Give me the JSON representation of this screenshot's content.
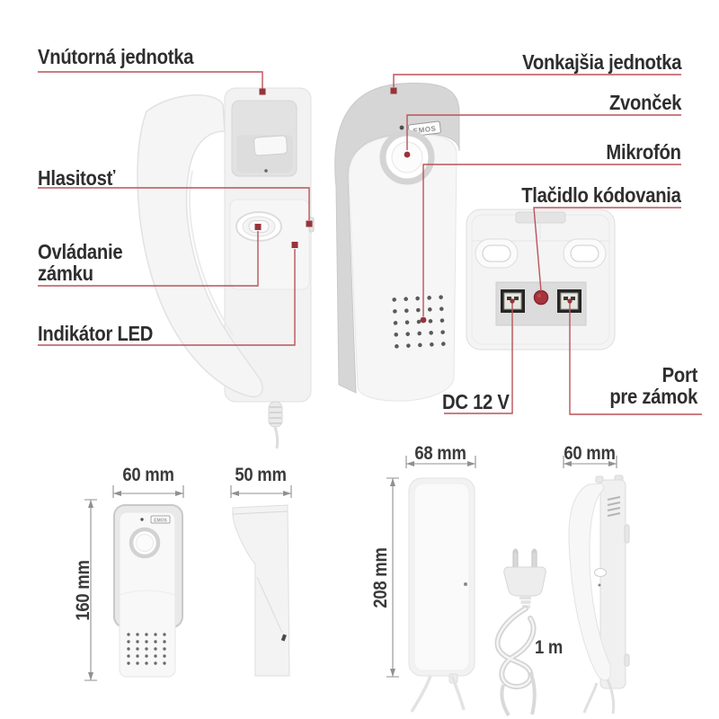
{
  "colors": {
    "callout_line": "#b9535a",
    "callout_marker": "#97343b",
    "label_text": "#2e2e2e",
    "dimension_line": "#909090",
    "product_body": "#f5f5f5",
    "product_shadow": "#d6d6d6",
    "connector_black": "#262626",
    "coding_button_red": "#a8343c"
  },
  "brand": {
    "badge": "EMOS"
  },
  "callouts": {
    "indoor_unit": "Vnútorná jednotka",
    "volume": "Hlasitosť",
    "lock_control": "Ovládanie\nzámku",
    "led_indicator": "Indikátor LED",
    "outdoor_unit": "Vonkajšia jednotka",
    "doorbell": "Zvonček",
    "microphone": "Mikrofón",
    "coding_button": "Tlačidlo kódovania",
    "dc_power": "DC 12 V",
    "lock_port": "Port\npre zámok"
  },
  "dimensions": {
    "outdoor_front_width": "60 mm",
    "outdoor_side_depth": "50 mm",
    "outdoor_height": "160 mm",
    "indoor_width": "68 mm",
    "indoor_height": "208 mm",
    "handset_side_depth": "60 mm",
    "cable_length": "1 m"
  }
}
